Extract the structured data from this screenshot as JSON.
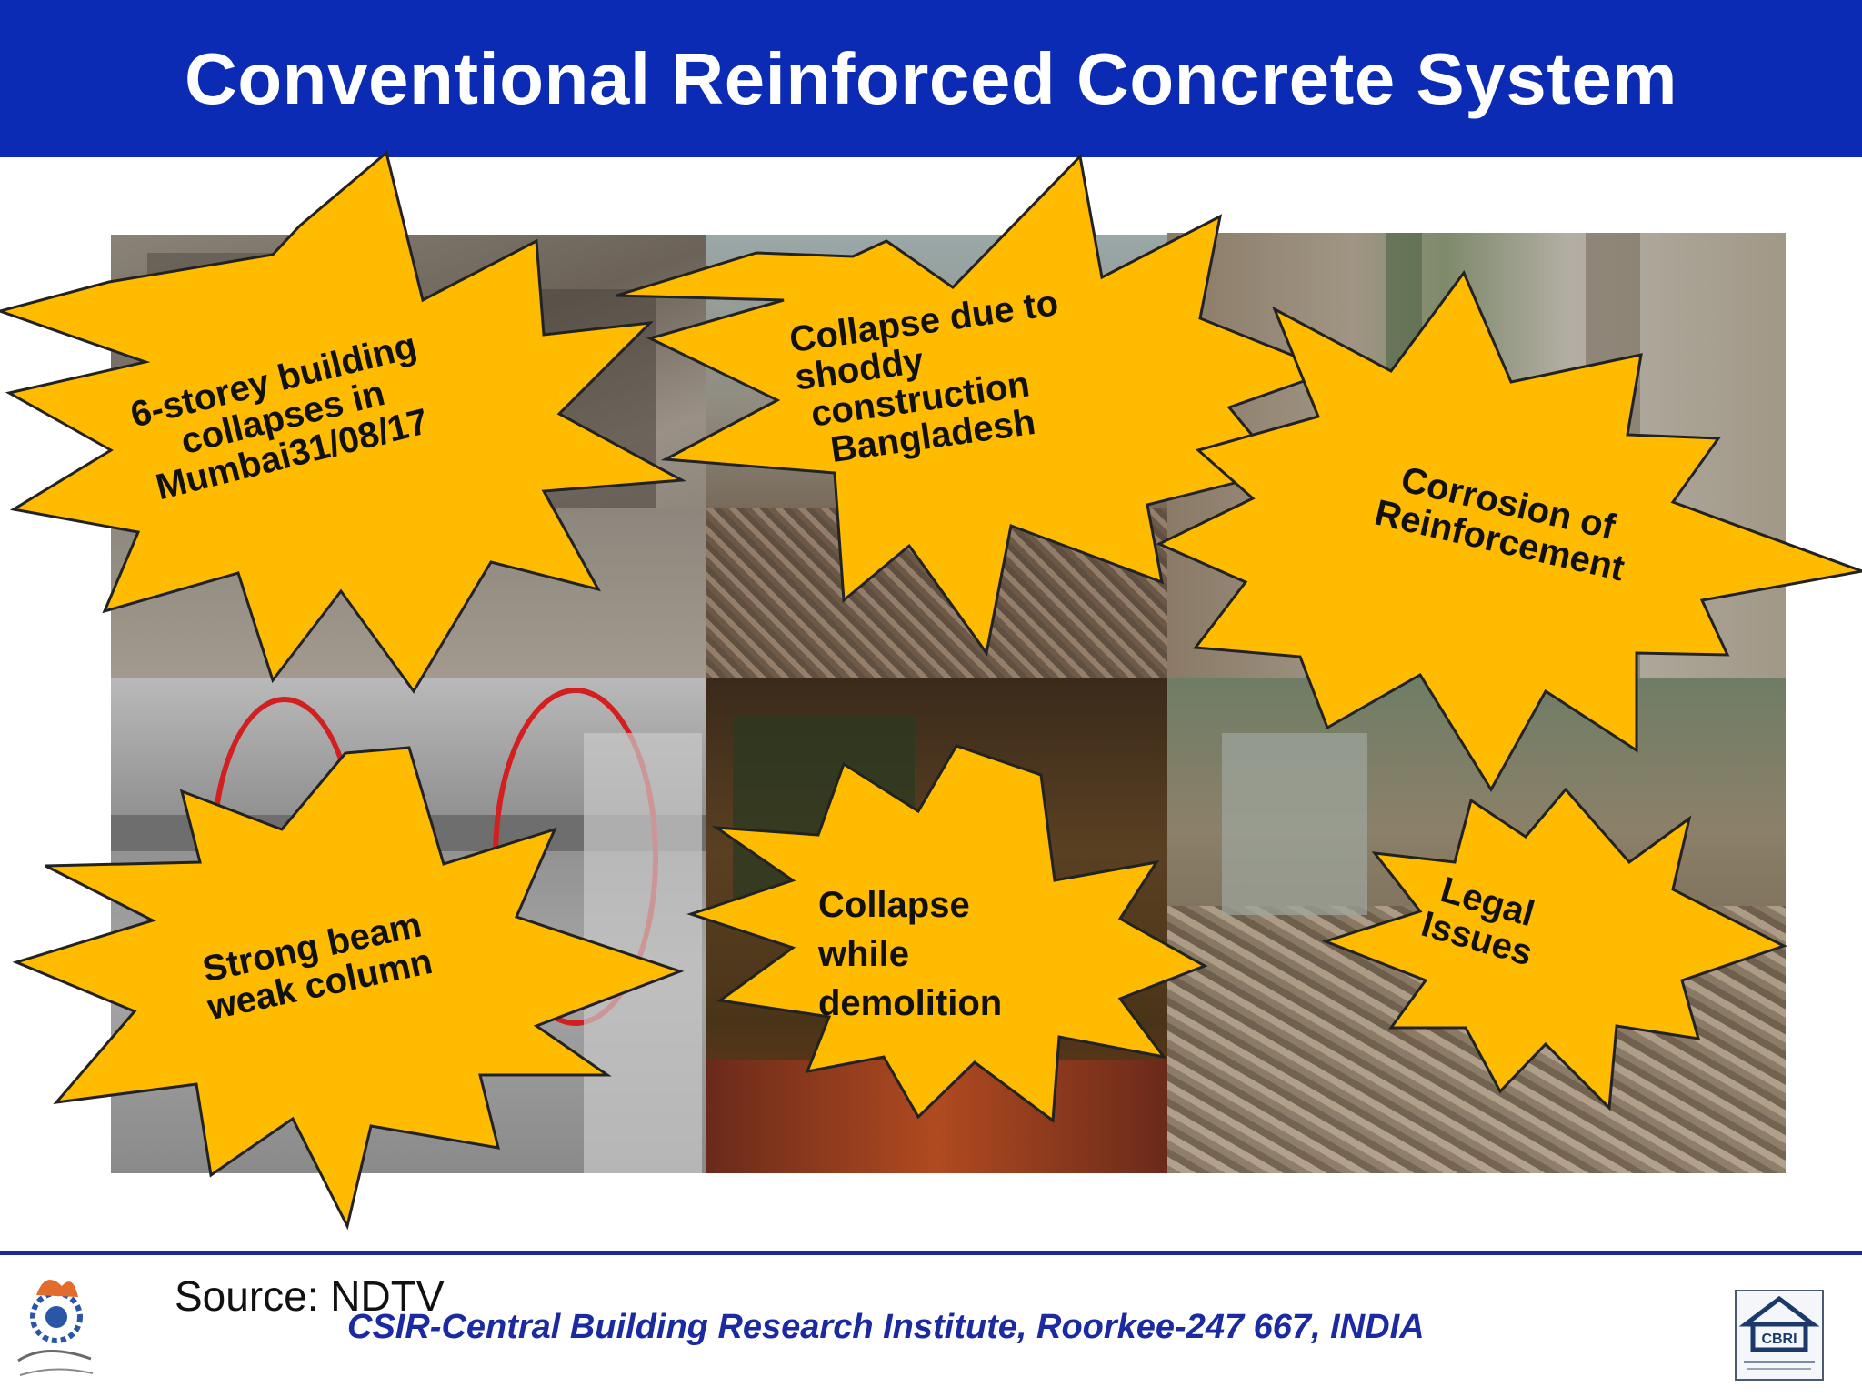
{
  "slide": {
    "title": "Conventional Reinforced Concrete System",
    "source": "Source: NDTV",
    "institute": "CSIR-Central Building Research Institute, Roorkee-247 667, INDIA",
    "cbri_logo_text": "CBRI"
  },
  "callouts": [
    {
      "lines": [
        "6-storey building",
        "collapses in",
        "Mumbai31/08/17"
      ]
    },
    {
      "lines": [
        "Collapse due to",
        "shoddy",
        "construction",
        "Bangladesh"
      ]
    },
    {
      "lines": [
        "Corrosion of",
        "Reinforcement"
      ]
    },
    {
      "lines": [
        "Strong beam",
        "weak column"
      ]
    },
    {
      "lines": [
        "Collapse",
        "while",
        "demolition"
      ]
    },
    {
      "lines": [
        "Legal",
        "Issues"
      ]
    }
  ],
  "colors": {
    "header_bg": "#0b2bb4",
    "burst_fill": "#ffbb00",
    "burst_stroke": "#222222",
    "footer_text": "#1b2aa0"
  }
}
